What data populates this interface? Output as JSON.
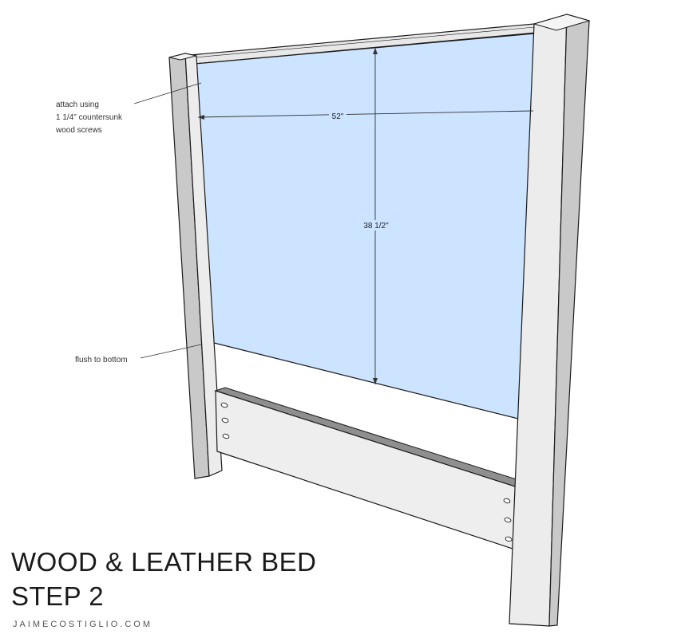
{
  "annotations": {
    "attach_line1": "attach using",
    "attach_line2": "1 1/4\" countersunk",
    "attach_line3": "wood screws",
    "flush": "flush to bottom"
  },
  "dimensions": {
    "width": "52\"",
    "height": "38 1/2\""
  },
  "title": {
    "line1": "WOOD & LEATHER BED",
    "line2": "STEP 2"
  },
  "website": "JAIMECOSTIGLIO.COM",
  "colors": {
    "panel": "#cce4ff",
    "wood_front": "#ececec",
    "wood_side": "#c7c7c7",
    "outline": "#1a1a1a"
  }
}
